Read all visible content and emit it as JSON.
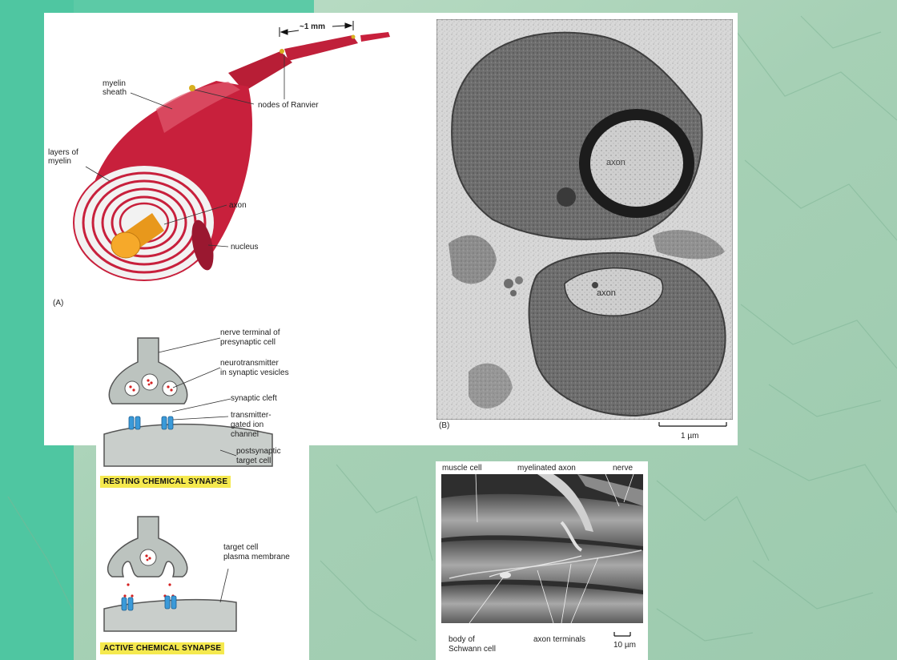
{
  "figure_a": {
    "scale_label": "~1 mm",
    "labels": {
      "myelin_sheath_1": "myelin",
      "myelin_sheath_2": "sheath",
      "nodes_of_ranvier": "nodes of Ranvier",
      "layers_1": "layers of",
      "layers_2": "myelin",
      "axon": "axon",
      "nucleus": "nucleus",
      "panel_letter": "(A)"
    }
  },
  "figure_b": {
    "axon_label_1": "axon",
    "axon_label_2": "axon",
    "panel_letter": "(B)",
    "scale_label": "1 µm"
  },
  "synapse": {
    "nerve_terminal_1": "nerve terminal of",
    "nerve_terminal_2": "presynaptic cell",
    "neurotransmitter_1": "neurotransmitter",
    "neurotransmitter_2": "in synaptic vesicles",
    "synaptic_cleft": "synaptic cleft",
    "channel_1": "transmitter-",
    "channel_2": "gated ion",
    "channel_3": "channel",
    "postsynaptic_1": "postsynaptic",
    "postsynaptic_2": "target cell",
    "resting_title": "RESTING CHEMICAL SYNAPSE",
    "target_membrane_1": "target cell",
    "target_membrane_2": "plasma membrane",
    "active_title": "ACTIVE CHEMICAL SYNAPSE"
  },
  "nmj": {
    "muscle_cell": "muscle cell",
    "myelinated_axon": "myelinated axon",
    "nerve": "nerve",
    "schwann_1": "body of",
    "schwann_2": "Schwann cell",
    "axon_terminals": "axon terminals",
    "scale_label": "10 µm"
  },
  "colors": {
    "background_green": "#a9d3b8",
    "left_band": "#4dc7a0",
    "myelin_red": "#c8203c",
    "axon_orange": "#f0a020",
    "vesicle_red": "#d42020",
    "channel_blue": "#3a9ad9",
    "label_yellow": "#f5e94e"
  }
}
